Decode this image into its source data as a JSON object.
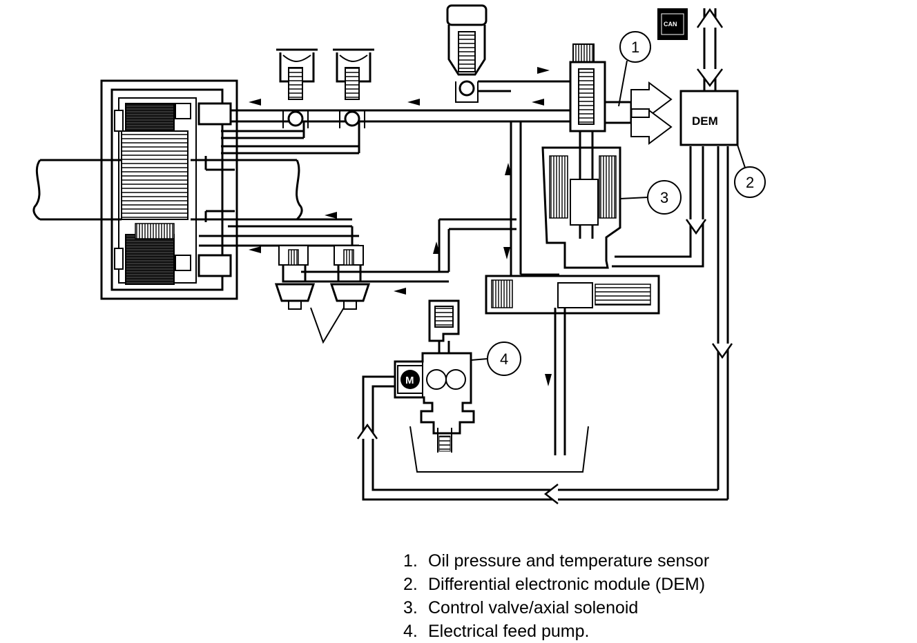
{
  "diagram": {
    "dem_box_label": "DEM",
    "can_label": "CAN",
    "callouts": [
      "1",
      "2",
      "3",
      "4"
    ],
    "pump_motor_label": "M",
    "icons": [
      "arrow-icon",
      "pump-motor-icon",
      "can-bus-icon"
    ]
  },
  "legend": [
    {
      "num": "1.",
      "text": "Oil pressure and temperature sensor"
    },
    {
      "num": "2.",
      "text": "Differential electronic module (DEM)"
    },
    {
      "num": "3.",
      "text": "Control valve/axial solenoid"
    },
    {
      "num": "4.",
      "text": "Electrical feed pump."
    }
  ]
}
